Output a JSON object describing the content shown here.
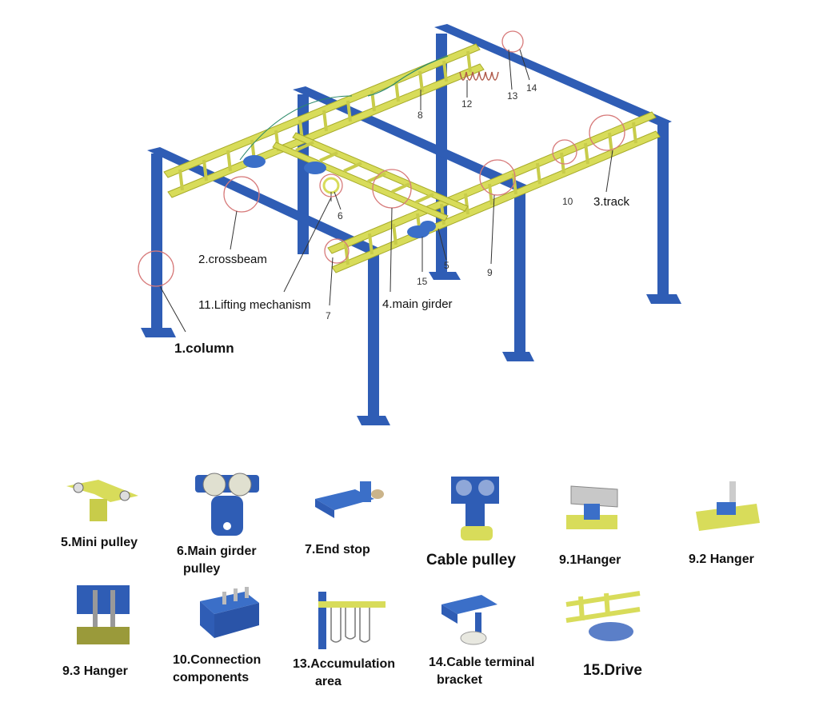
{
  "diagram": {
    "labels": {
      "column": "1.column",
      "crossbeam": "2.crossbeam",
      "track": "3.track",
      "main_girder": "4.main girder",
      "lifting": "11.Lifting mechanism"
    },
    "numbers": {
      "n5": "5",
      "n6": "6",
      "n7": "7",
      "n8": "8",
      "n9": "9",
      "n10": "10",
      "n12": "12",
      "n13": "13",
      "n14": "14",
      "n15": "15"
    }
  },
  "parts": {
    "p5": "5.Mini pulley",
    "p6a": "6.Main girder",
    "p6b": "pulley",
    "p7": "7.End stop",
    "pcable": "Cable pulley",
    "p91": "9.1Hanger",
    "p92": "9.2 Hanger",
    "p93": "9.3 Hanger",
    "p10a": "10.Connection",
    "p10b": "components",
    "p13a": "13.Accumulation",
    "p13b": "area",
    "p14a": "14.Cable terminal",
    "p14b": "bracket",
    "p15": "15.Drive"
  },
  "colors": {
    "column_blue": "#2f5db5",
    "track_yellow": "#d8dc5a",
    "callout_red": "#d77a7a",
    "leader": "#333333"
  }
}
